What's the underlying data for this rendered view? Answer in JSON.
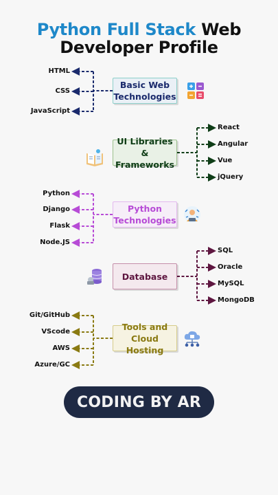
{
  "title": {
    "part1": "Python Full Stack",
    "part2": " Web",
    "line2": "Developer Profile"
  },
  "groups": [
    {
      "label": "Basic Web Technologies",
      "line1": "Basic Web",
      "line2": "Technologies",
      "color": "#1a2a6c",
      "bg": "#eaf0f6",
      "border": "#8ccfc9",
      "icon": "calculator-icon",
      "items": [
        "HTML",
        "CSS",
        "JavaScript"
      ]
    },
    {
      "label": "UI Libraries & Frameworks",
      "line1": "UI Libraries &",
      "line2": "Frameworks",
      "color": "#0f3d17",
      "bg": "#e9f1e6",
      "border": "#9bc18d",
      "icon": "book-icon",
      "items": [
        "React",
        "Angular",
        "Vue",
        "jQuery"
      ]
    },
    {
      "label": "Python Technologies",
      "line1": "Python",
      "line2": "Technologies",
      "color": "#b74bd6",
      "bg": "#f6eef8",
      "border": "#e3b8ee",
      "icon": "developer-icon",
      "items": [
        "Python",
        "Django",
        "Flask",
        "Node.JS"
      ]
    },
    {
      "label": "Database",
      "line1": "Database",
      "line2": "",
      "color": "#5e1640",
      "bg": "#f4e9ee",
      "border": "#c58ea9",
      "icon": "database-icon",
      "items": [
        "SQL",
        "Oracle",
        "MySQL",
        "MongoDB"
      ]
    },
    {
      "label": "Tools and Cloud Hosting",
      "line1": "Tools and",
      "line2": "Cloud Hosting",
      "color": "#8a7a12",
      "bg": "#f6f3e2",
      "border": "#d6cc8a",
      "icon": "cloud-icon",
      "items": [
        "Git/GitHub",
        "VScode",
        "AWS",
        "Azure/GC"
      ]
    }
  ],
  "footer": {
    "label": "CODING BY AR"
  }
}
